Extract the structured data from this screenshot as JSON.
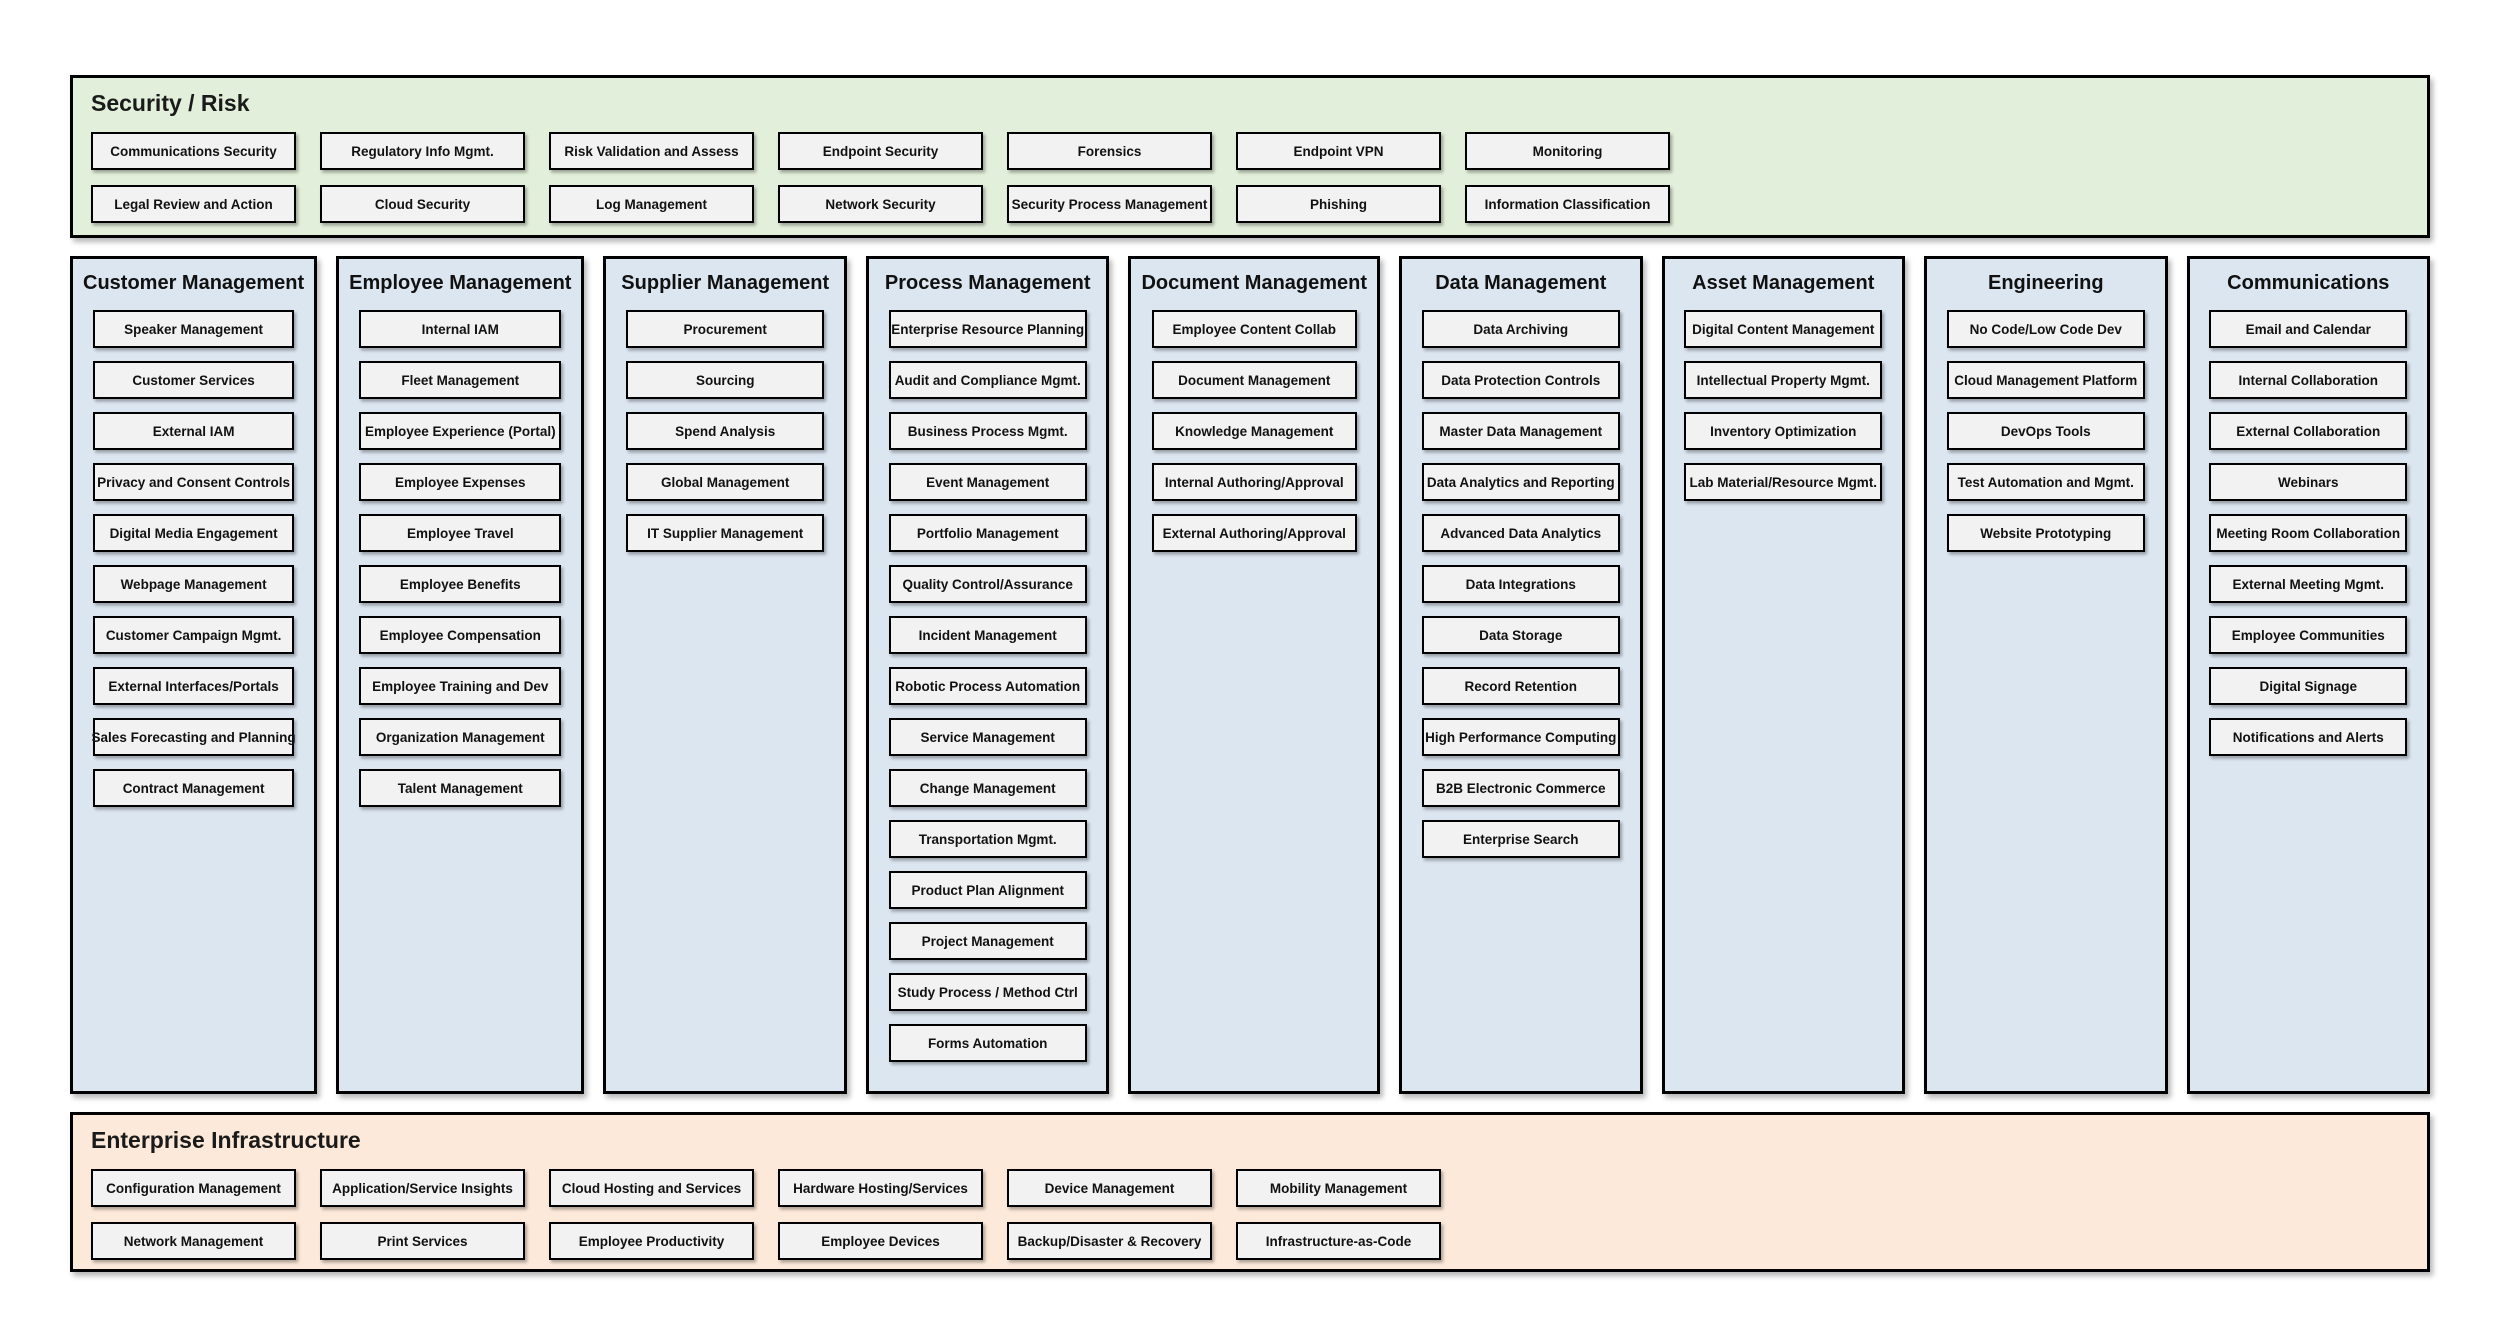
{
  "colors": {
    "security_bg": "#e2efda",
    "column_bg": "#dce6f1",
    "infra_bg": "#fce9d9",
    "box_bg": "#f2f2f2",
    "border": "#000000"
  },
  "security": {
    "title": "Security / Risk",
    "rows": [
      [
        "Communications Security",
        "Regulatory Info Mgmt.",
        "Risk Validation and Assess",
        "Endpoint Security",
        "Forensics",
        "Endpoint VPN",
        "Monitoring"
      ],
      [
        "Legal Review and Action",
        "Cloud Security",
        "Log Management",
        "Network Security",
        "Security Process Management",
        "Phishing",
        "Information Classification"
      ]
    ]
  },
  "columns": [
    {
      "title": "Customer Management",
      "items": [
        "Speaker Management",
        "Customer Services",
        "External IAM",
        "Privacy and Consent Controls",
        "Digital Media Engagement",
        "Webpage Management",
        "Customer Campaign Mgmt.",
        "External Interfaces/Portals",
        "Sales Forecasting and Planning",
        "Contract Management"
      ]
    },
    {
      "title": "Employee Management",
      "items": [
        "Internal IAM",
        "Fleet Management",
        "Employee Experience (Portal)",
        "Employee Expenses",
        "Employee Travel",
        "Employee Benefits",
        "Employee Compensation",
        "Employee Training and Dev",
        "Organization Management",
        "Talent Management"
      ]
    },
    {
      "title": "Supplier Management",
      "items": [
        "Procurement",
        "Sourcing",
        "Spend Analysis",
        "Global Management",
        "IT Supplier Management"
      ]
    },
    {
      "title": "Process Management",
      "items": [
        "Enterprise Resource Planning",
        "Audit and Compliance Mgmt.",
        "Business Process Mgmt.",
        "Event Management",
        "Portfolio Management",
        "Quality Control/Assurance",
        "Incident Management",
        "Robotic Process Automation",
        "Service Management",
        "Change Management",
        "Transportation Mgmt.",
        "Product Plan Alignment",
        "Project Management",
        "Study Process / Method Ctrl",
        "Forms Automation"
      ]
    },
    {
      "title": "Document Management",
      "items": [
        "Employee Content Collab",
        "Document Management",
        "Knowledge Management",
        "Internal Authoring/Approval",
        "External Authoring/Approval"
      ]
    },
    {
      "title": "Data Management",
      "items": [
        "Data Archiving",
        "Data Protection Controls",
        "Master Data Management",
        "Data Analytics and Reporting",
        "Advanced Data Analytics",
        "Data Integrations",
        "Data Storage",
        "Record Retention",
        "High Performance Computing",
        "B2B Electronic Commerce",
        "Enterprise Search"
      ]
    },
    {
      "title": "Asset Management",
      "items": [
        "Digital Content Management",
        "Intellectual Property Mgmt.",
        "Inventory Optimization",
        "Lab Material/Resource Mgmt."
      ]
    },
    {
      "title": "Engineering",
      "items": [
        "No Code/Low Code Dev",
        "Cloud Management Platform",
        "DevOps Tools",
        "Test Automation and Mgmt.",
        "Website Prototyping"
      ]
    },
    {
      "title": "Communications",
      "items": [
        "Email and Calendar",
        "Internal Collaboration",
        "External Collaboration",
        "Webinars",
        "Meeting Room Collaboration",
        "External Meeting Mgmt.",
        "Employee Communities",
        "Digital Signage",
        "Notifications and Alerts"
      ]
    }
  ],
  "infrastructure": {
    "title": "Enterprise Infrastructure",
    "rows": [
      [
        "Configuration Management",
        "Application/Service Insights",
        "Cloud Hosting and Services",
        "Hardware Hosting/Services",
        "Device Management",
        "Mobility Management"
      ],
      [
        "Network Management",
        "Print Services",
        "Employee Productivity",
        "Employee Devices",
        "Backup/Disaster & Recovery",
        "Infrastructure-as-Code"
      ]
    ]
  }
}
